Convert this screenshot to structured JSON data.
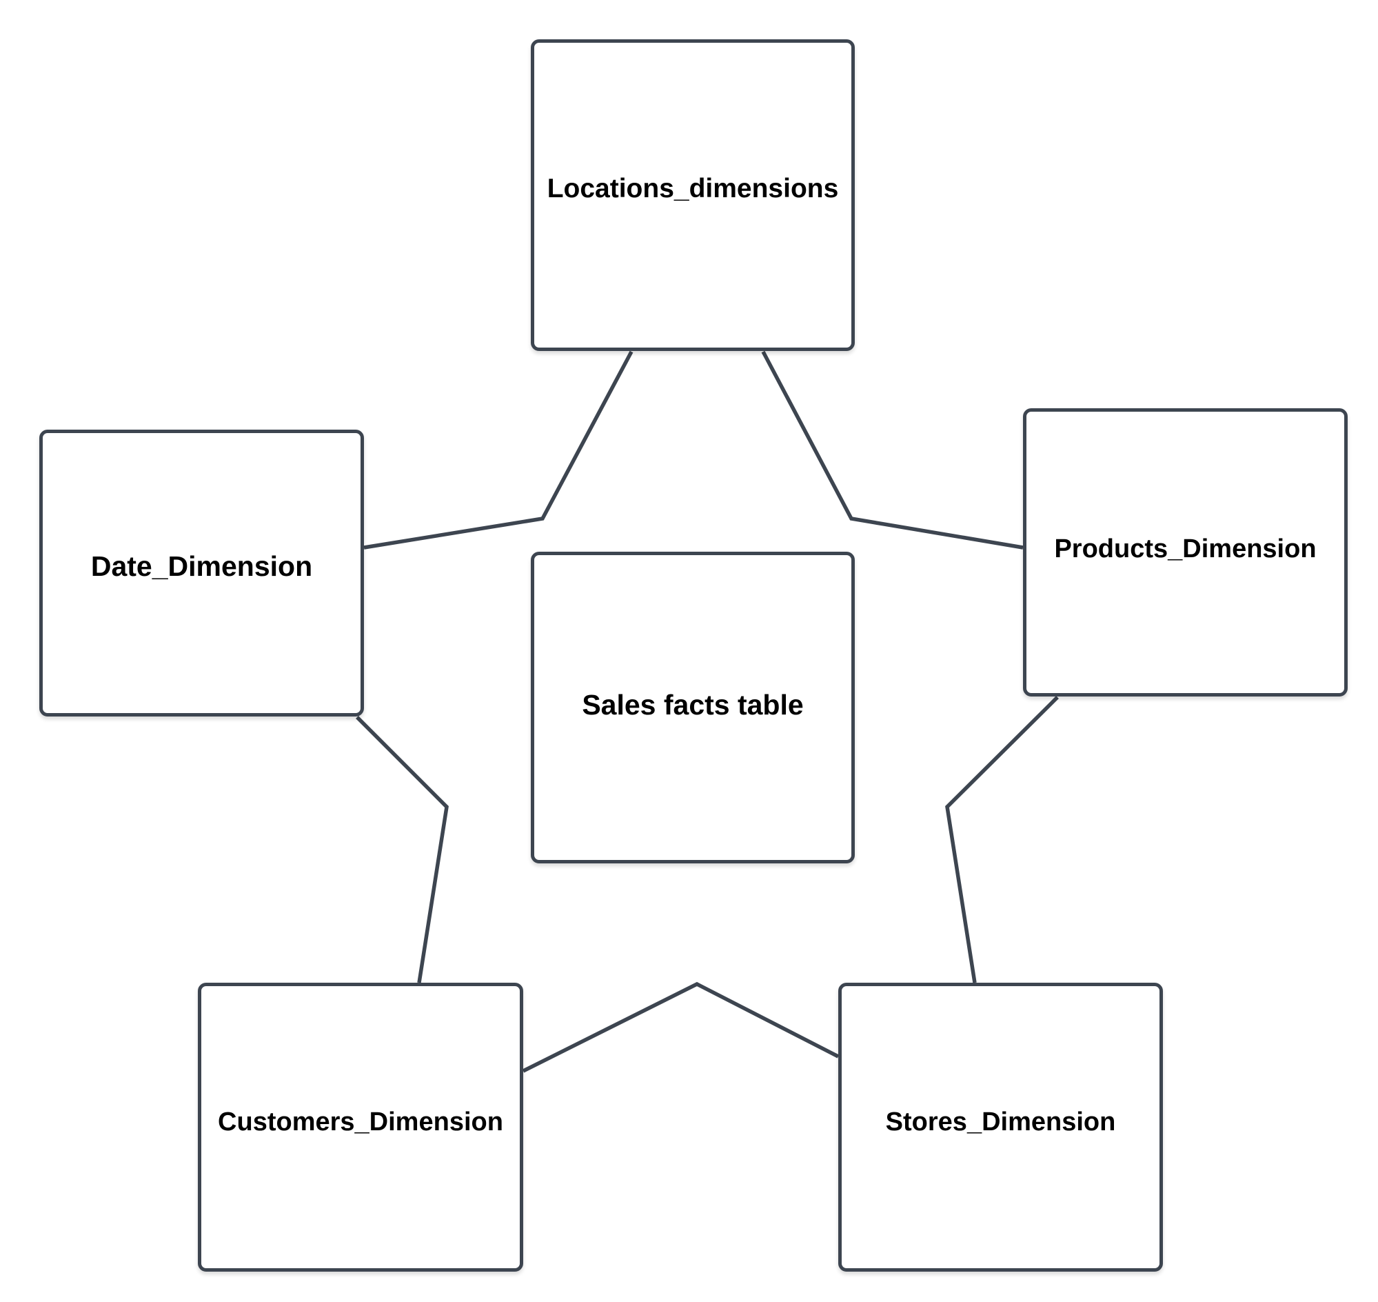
{
  "diagram": {
    "entities": {
      "locations": "Locations_dimensions",
      "date": "Date_Dimension",
      "products": "Products_Dimension",
      "sales": "Sales facts table",
      "customers": "Customers_Dimension",
      "stores": "Stores_Dimension"
    },
    "connections": [
      {
        "from": "Locations_dimensions",
        "to": "Date_Dimension"
      },
      {
        "from": "Locations_dimensions",
        "to": "Products_Dimension"
      },
      {
        "from": "Date_Dimension",
        "to": "Customers_Dimension"
      },
      {
        "from": "Products_Dimension",
        "to": "Stores_Dimension"
      },
      {
        "from": "Customers_Dimension",
        "to": "Stores_Dimension"
      }
    ],
    "colors": {
      "stroke": "#3d4550",
      "background": "#ffffff",
      "text": "#000000"
    }
  }
}
